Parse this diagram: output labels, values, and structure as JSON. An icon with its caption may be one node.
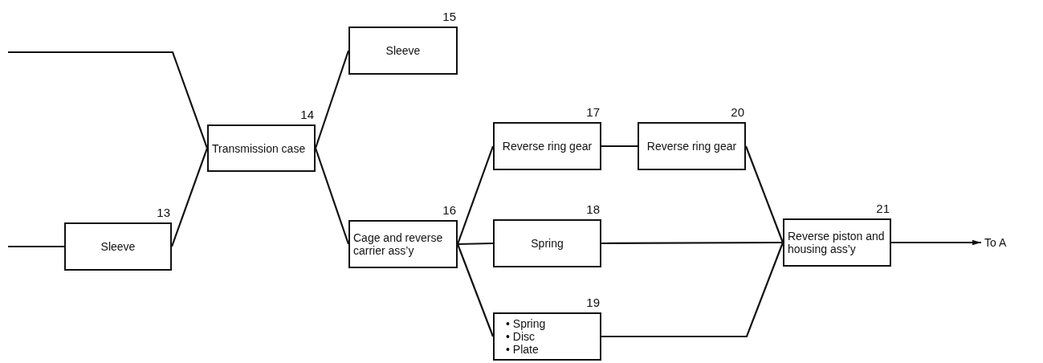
{
  "diagram": {
    "nodes": [
      {
        "text": [
          "Sleeve"
        ],
        "beside": [
          "13"
        ]
      },
      {
        "text": [
          "Transmission case"
        ],
        "beside": [
          "14"
        ]
      },
      {
        "text": [
          "Sleeve"
        ],
        "beside": [
          "15"
        ]
      },
      {
        "text": [
          "Cage and reverse carrier ass’y"
        ],
        "beside": [
          "16"
        ]
      },
      {
        "text": [
          "Reverse ring gear"
        ],
        "beside": [
          "17"
        ]
      },
      {
        "text": [
          "Spring"
        ],
        "beside": [
          "18"
        ]
      },
      {
        "text": [
          "• Spring",
          "• Disc",
          "• Plate"
        ],
        "beside": [
          "19"
        ]
      },
      {
        "text": [
          "Reverse ring gear"
        ],
        "beside": [
          "20"
        ]
      },
      {
        "text": [
          "Reverse piston and housing ass’y"
        ],
        "beside": [
          "21"
        ]
      },
      {
        "text": [
          "To A"
        ]
      }
    ],
    "edges": [
      {
        "from": null,
        "to": 0,
        "arrow": "none"
      },
      {
        "from": null,
        "to": 1,
        "arrow": "none"
      },
      {
        "from": 0,
        "to": 1,
        "arrow": "none"
      },
      {
        "from": 1,
        "to": 2,
        "arrow": "none"
      },
      {
        "from": 1,
        "to": 3,
        "arrow": "none"
      },
      {
        "from": 3,
        "to": 4,
        "arrow": "none"
      },
      {
        "from": 3,
        "to": 5,
        "arrow": "none"
      },
      {
        "from": 3,
        "to": 6,
        "arrow": "none"
      },
      {
        "from": 4,
        "to": 7,
        "arrow": "none"
      },
      {
        "from": 7,
        "to": 8,
        "arrow": "none"
      },
      {
        "from": 5,
        "to": 8,
        "arrow": "none"
      },
      {
        "from": 6,
        "to": 8,
        "arrow": "none"
      },
      {
        "from": 8,
        "to": 9,
        "arrow": "to"
      }
    ]
  }
}
